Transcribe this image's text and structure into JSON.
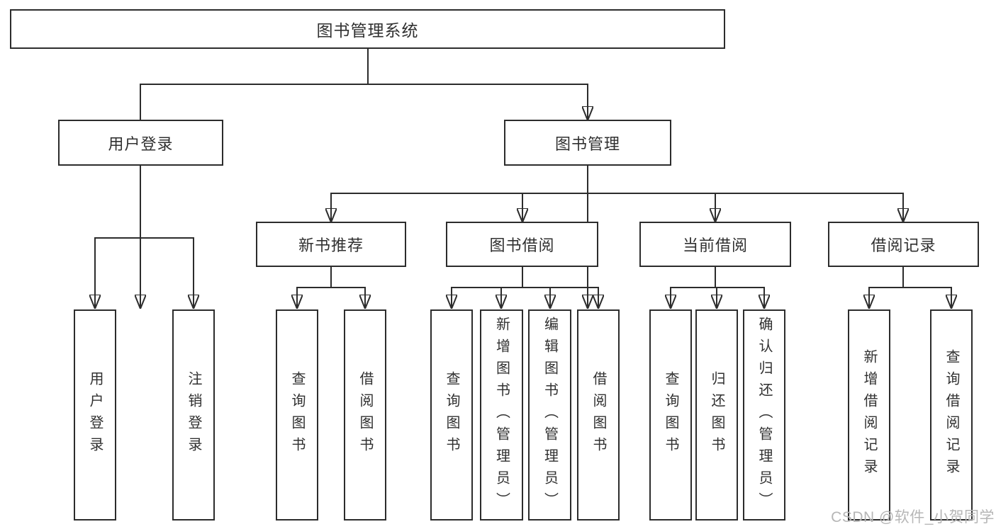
{
  "diagram_title": "图书管理系统",
  "watermark": "CSDN @软件_小贺同学",
  "colors": {
    "line": "#2c2c2c",
    "box_border": "#2c2c2c",
    "text": "#303030",
    "watermark_text": "#b6b6b6",
    "background": "#ffffff"
  },
  "tree": {
    "label": "图书管理系统",
    "children": [
      {
        "label": "用户登录",
        "children": [
          {
            "label": "用户登录"
          },
          {
            "label": "注销登录"
          }
        ]
      },
      {
        "label": "图书管理",
        "children": [
          {
            "label": "新书推荐",
            "children": [
              {
                "label": "查询图书"
              },
              {
                "label": "借阅图书"
              }
            ]
          },
          {
            "label": "图书借阅",
            "children": [
              {
                "label": "查询图书"
              },
              {
                "label": "新增图书（管理员）"
              },
              {
                "label": "编辑图书（管理员）"
              },
              {
                "label": "借阅图书"
              }
            ]
          },
          {
            "label": "当前借阅",
            "children": [
              {
                "label": "查询图书"
              },
              {
                "label": "归还图书"
              },
              {
                "label": "确认归还（管理员）"
              }
            ]
          },
          {
            "label": "借阅记录",
            "children": [
              {
                "label": "新增借阅记录"
              },
              {
                "label": "查询借阅记录"
              }
            ]
          }
        ]
      }
    ]
  }
}
